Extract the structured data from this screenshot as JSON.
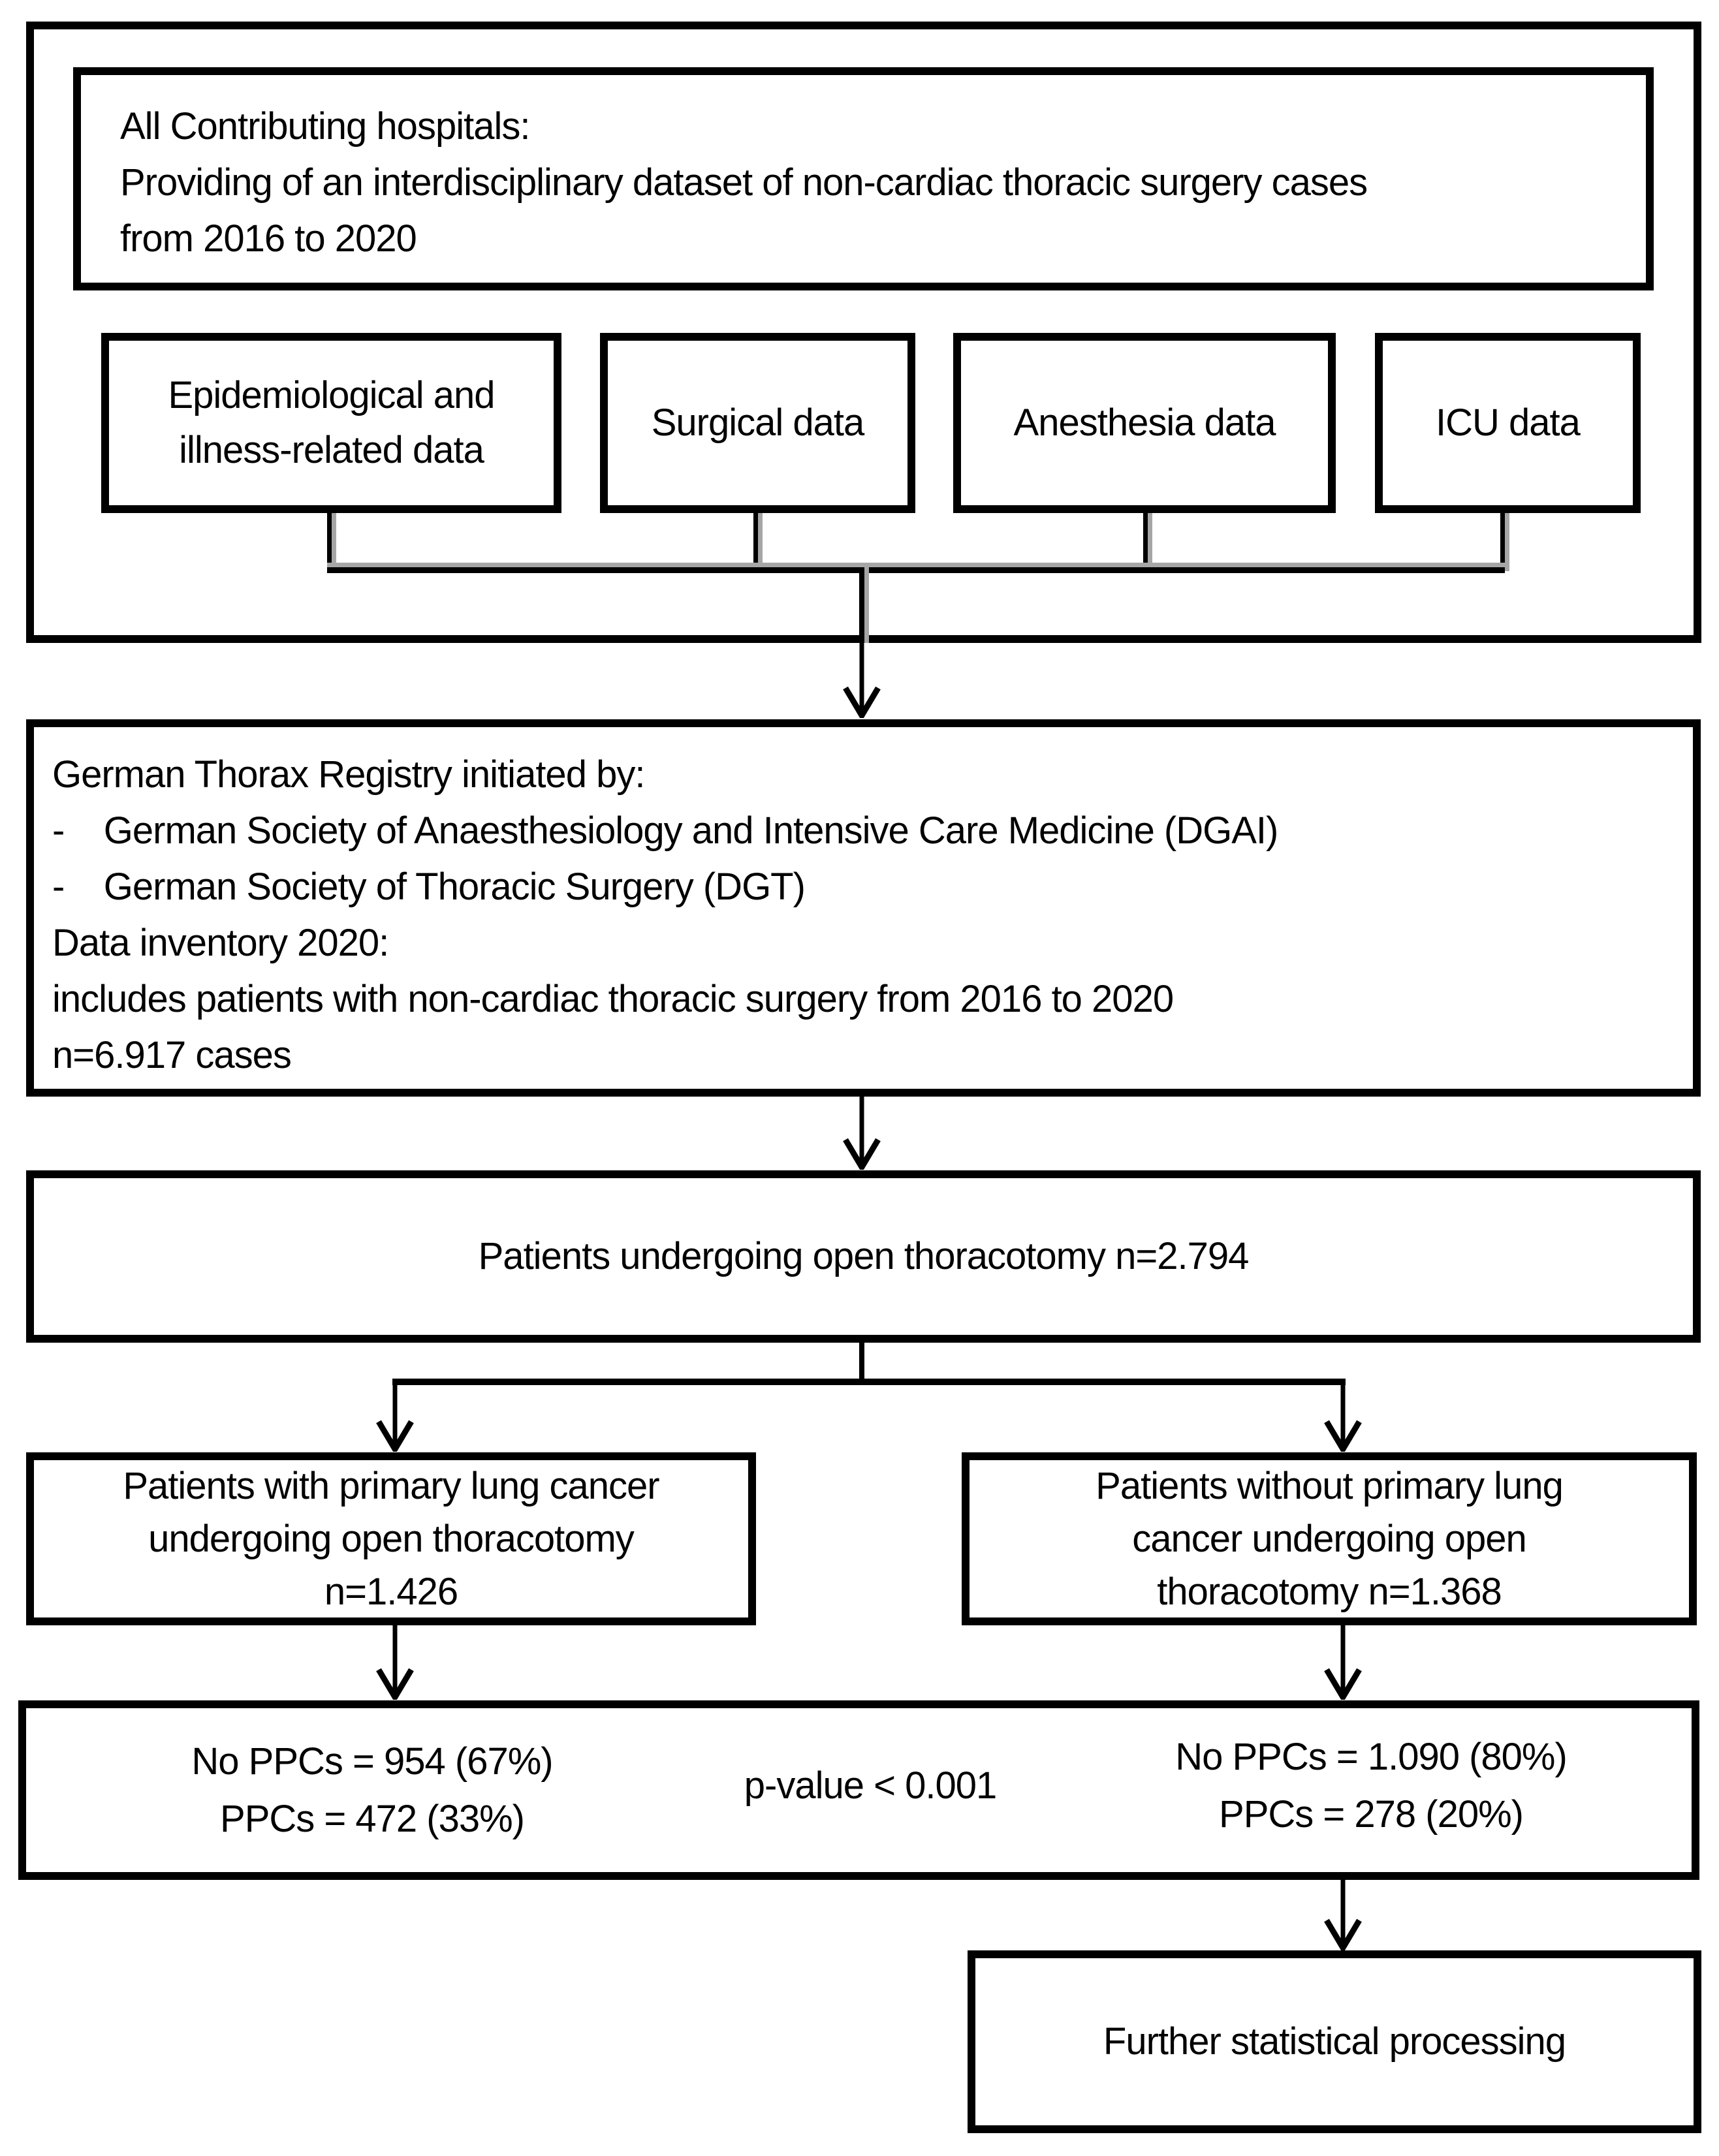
{
  "colors": {
    "ink": "#000000",
    "paper": "#ffffff",
    "connector_shadow": "#a6a6a6"
  },
  "contributors": {
    "frame_lines": [
      "All Contributing hospitals:",
      "Providing of an interdisciplinary dataset of non-cardiac thoracic surgery cases",
      "from 2016 to 2020"
    ],
    "sources": [
      {
        "id": "epidemiological",
        "lines": [
          "Epidemiological and",
          "illness-related data"
        ]
      },
      {
        "id": "surgical",
        "lines": [
          "Surgical data"
        ]
      },
      {
        "id": "anesthesia",
        "lines": [
          "Anesthesia data"
        ]
      },
      {
        "id": "icu",
        "lines": [
          "ICU data"
        ]
      }
    ]
  },
  "registry": {
    "lines": [
      "German Thorax Registry initiated by:",
      "-    German Society of Anaesthesiology and Intensive Care Medicine (DGAI)",
      "-    German Society of Thoracic Surgery (DGT)",
      "Data inventory 2020:",
      "includes patients with non-cardiac thoracic surgery from 2016 to 2020",
      "n=6.917 cases"
    ]
  },
  "thoracotomy": {
    "text": "Patients undergoing open thoracotomy n=2.794"
  },
  "with_cancer": {
    "lines": [
      "Patients with primary lung cancer",
      "undergoing open thoracotomy",
      "n=1.426"
    ]
  },
  "without_cancer": {
    "lines": [
      "Patients without primary lung",
      "cancer undergoing open",
      "thoracotomy n=1.368"
    ]
  },
  "outcomes": {
    "left": {
      "lines": [
        "No PPCs = 954 (67%)",
        "PPCs = 472 (33%)"
      ]
    },
    "p_value": "p-value < 0.001",
    "right": {
      "lines": [
        "No PPCs = 1.090 (80%)",
        "PPCs = 278 (20%)"
      ]
    }
  },
  "further": {
    "text": "Further statistical processing"
  }
}
